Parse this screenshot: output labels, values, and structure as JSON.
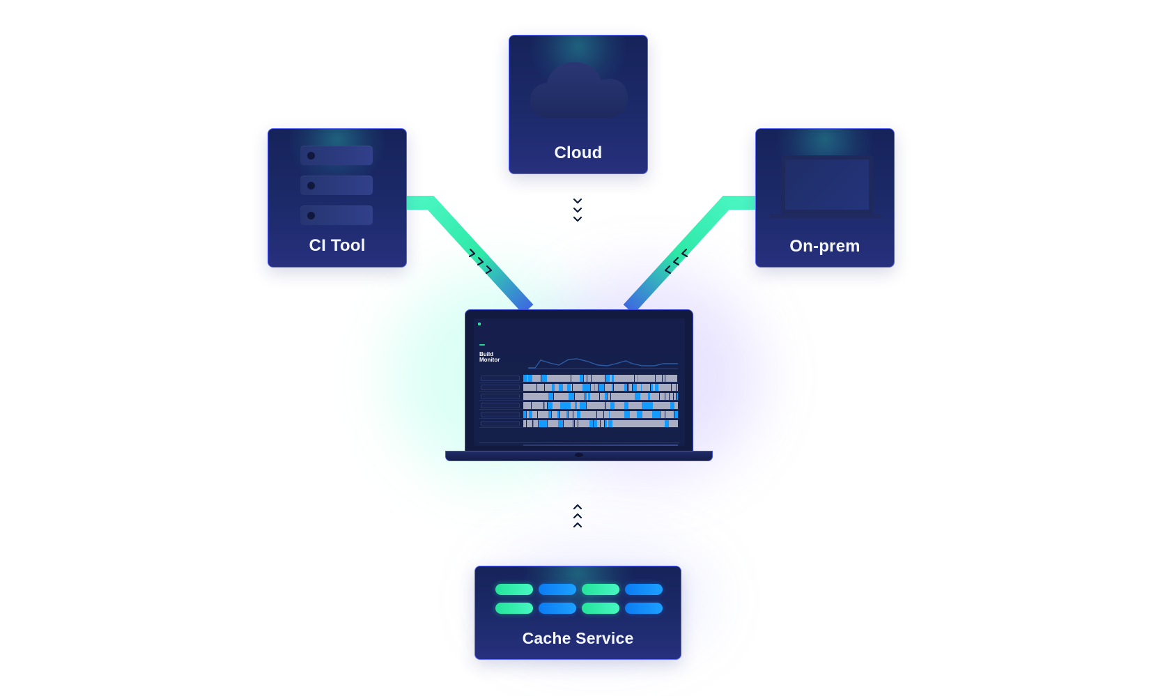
{
  "tiles": {
    "ci_tool": {
      "label": "CI Tool",
      "icon": "server-stack-icon"
    },
    "cloud": {
      "label": "Cloud",
      "icon": "cloud-icon"
    },
    "on_prem": {
      "label": "On-prem",
      "icon": "laptop-icon"
    },
    "cache_service": {
      "label": "Cache Service",
      "icon": "cache-service-icon"
    }
  },
  "center_device": {
    "icon": "laptop-icon",
    "screen": {
      "brand": "",
      "nav": [
        "",
        "",
        "",
        ""
      ],
      "subnav": [
        "",
        "",
        "",
        ""
      ],
      "title": "Build Monitor",
      "description": "",
      "rows": [
        "",
        "",
        "",
        "",
        "",
        ""
      ],
      "footer_left": ""
    }
  },
  "colors": {
    "tile_border": "#5965ff",
    "tile_top": "#16235a",
    "tile_bottom": "#27307d",
    "connector_green": "#31f2a5",
    "connector_blue": "#3b62df",
    "pill_green": "#24e49a",
    "pill_blue": "#0b7cf3",
    "bar_gray": "#a8adc2",
    "bar_blue": "#149bff",
    "grid": "#eceff5"
  }
}
